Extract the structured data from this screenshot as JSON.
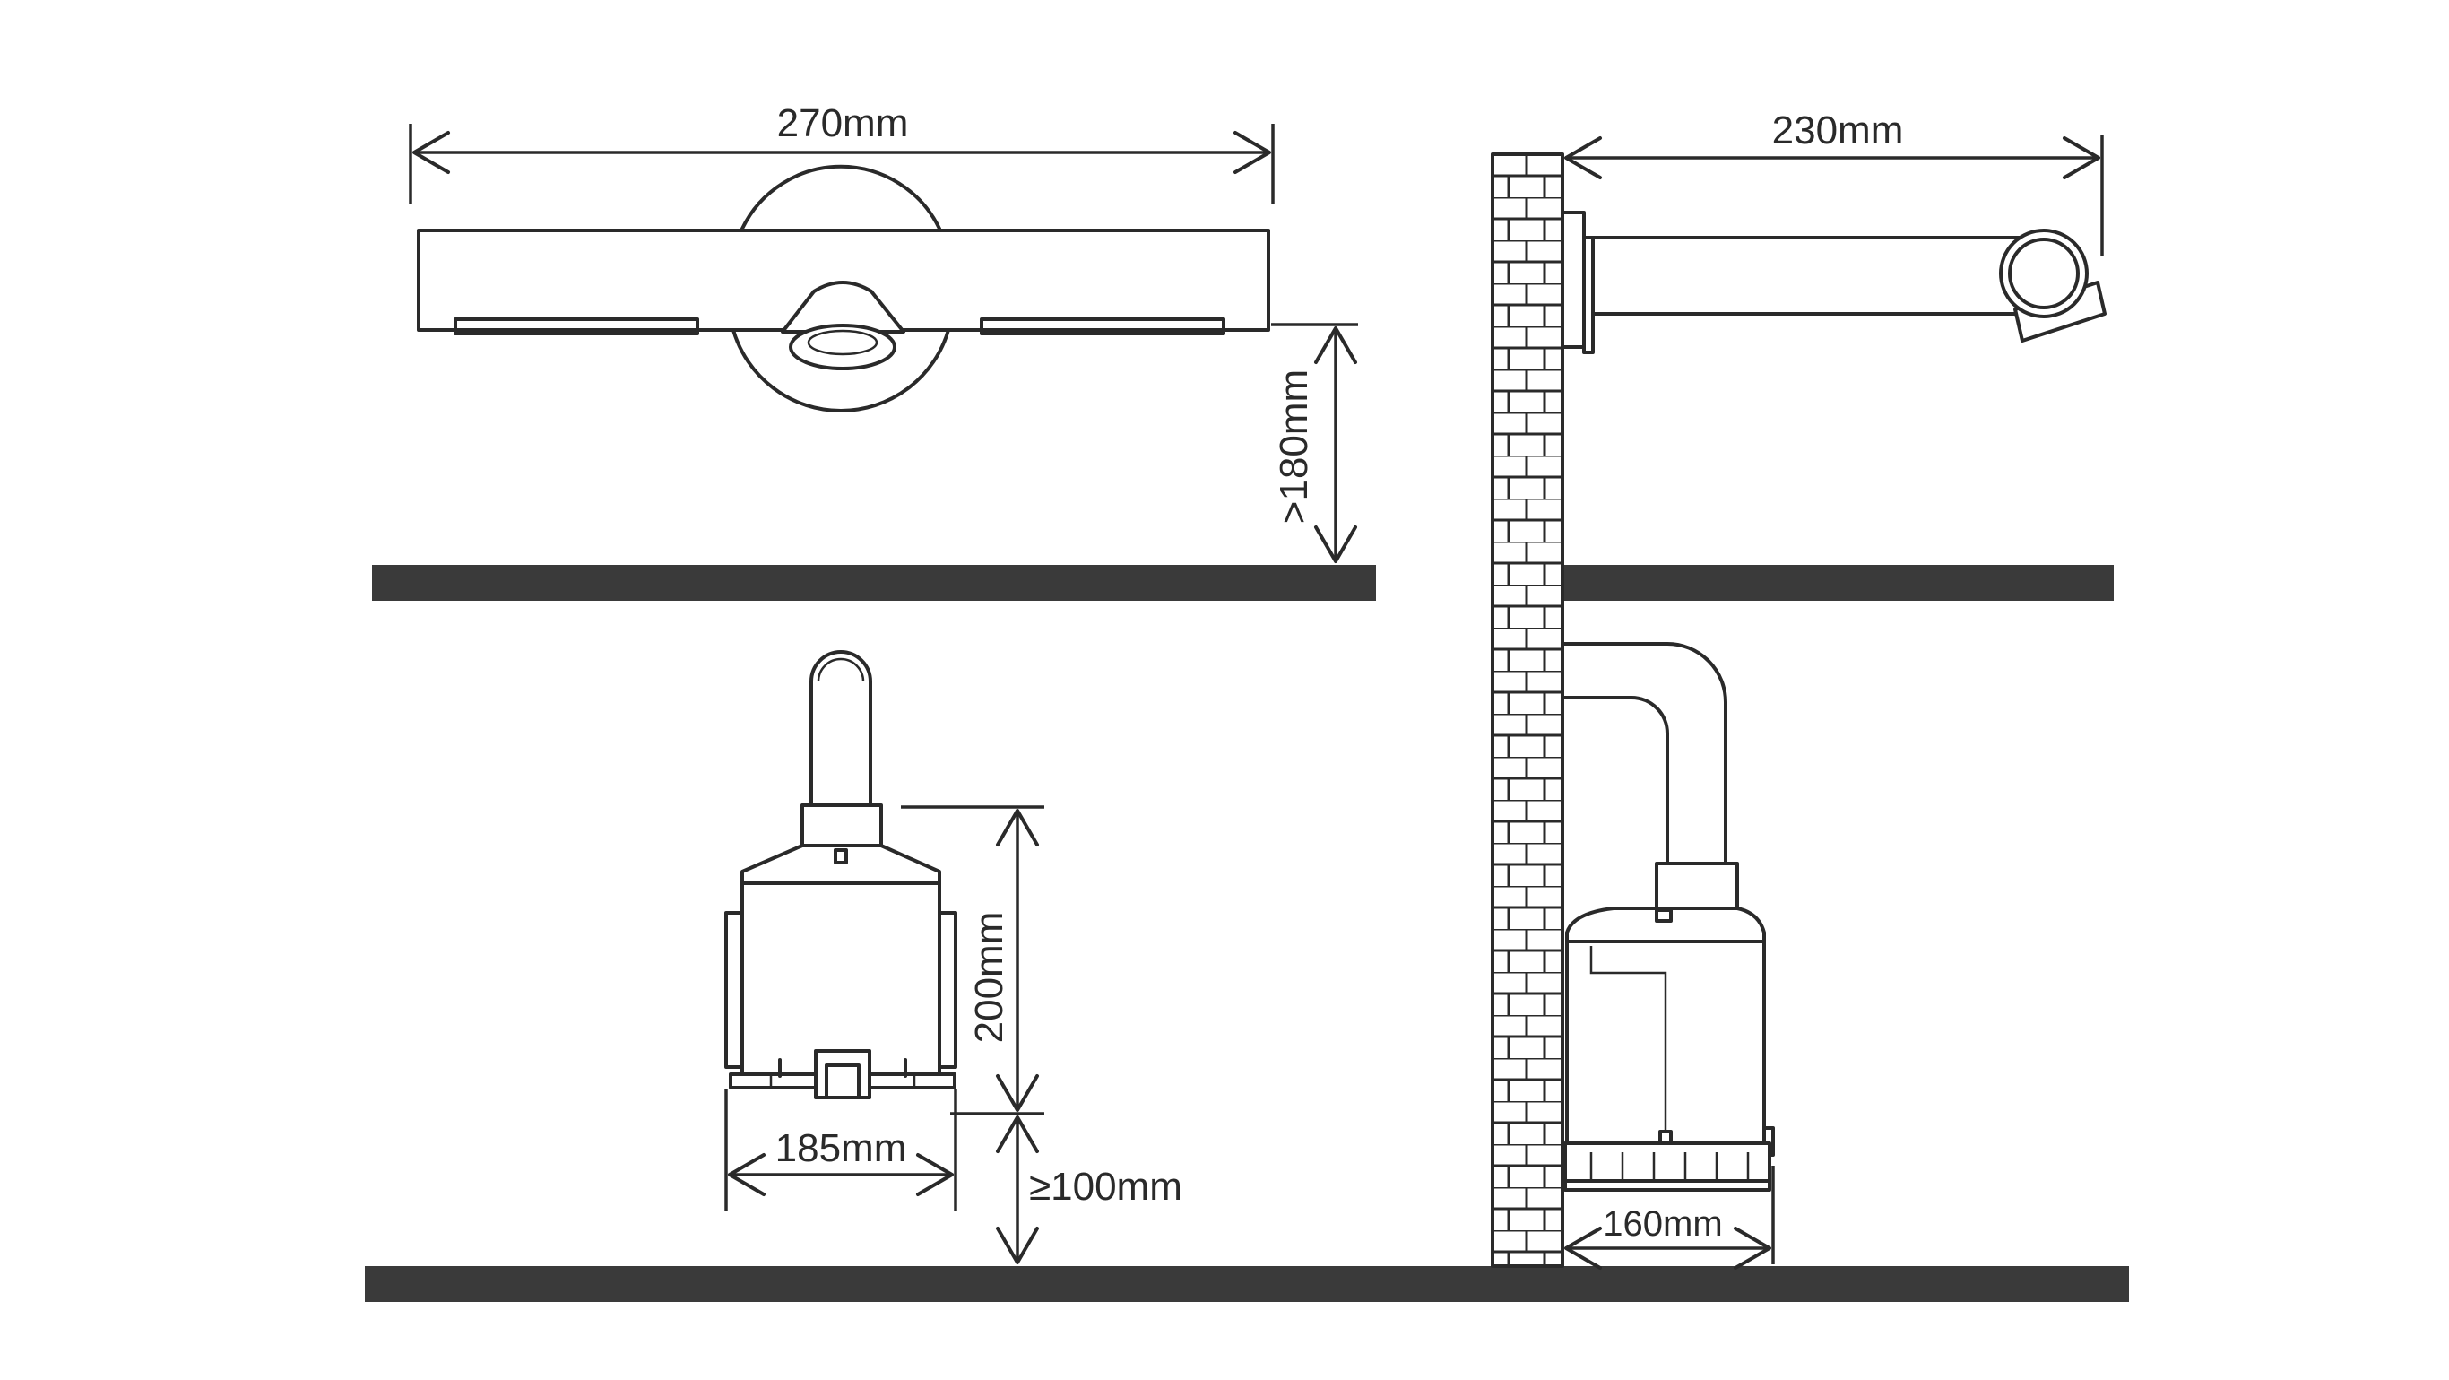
{
  "dimensions": {
    "top_width": "270mm",
    "top_height_clearance": ">180mm",
    "side_reach": "230mm",
    "front_height": "200mm",
    "front_width": "185mm",
    "front_floor_clearance": "≥100mm",
    "side_width": "160mm"
  },
  "colors": {
    "line": "#2a2a2a",
    "floor": "#3a3a3a",
    "background": "#ffffff"
  }
}
